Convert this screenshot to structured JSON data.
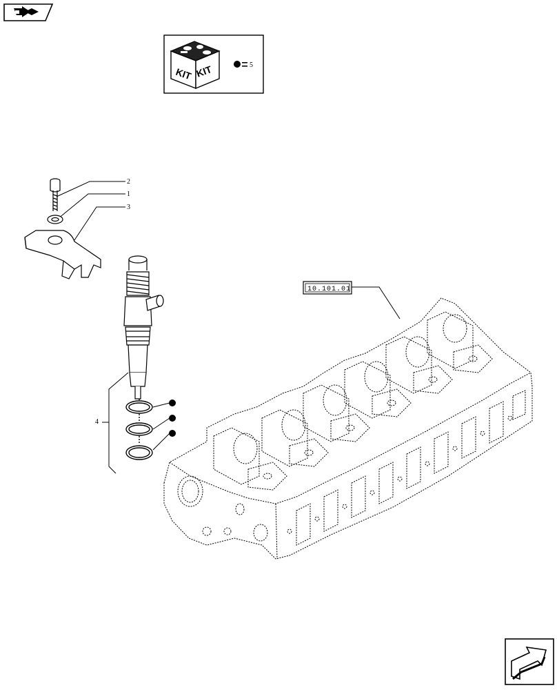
{
  "nav": {
    "back_icon": "back-arrow-icon",
    "next_icon": "next-page-arrow-icon"
  },
  "kit_legend": {
    "icon": "kit-box-icon",
    "box_text_left": "KIT",
    "box_text_right": "KIT",
    "equals_value": "5"
  },
  "callouts": {
    "item_1": "1",
    "item_2": "2",
    "item_3": "3",
    "item_4": "4"
  },
  "reference": {
    "label": "10.101.01"
  },
  "colors": {
    "line": "#000000",
    "background": "#ffffff"
  }
}
